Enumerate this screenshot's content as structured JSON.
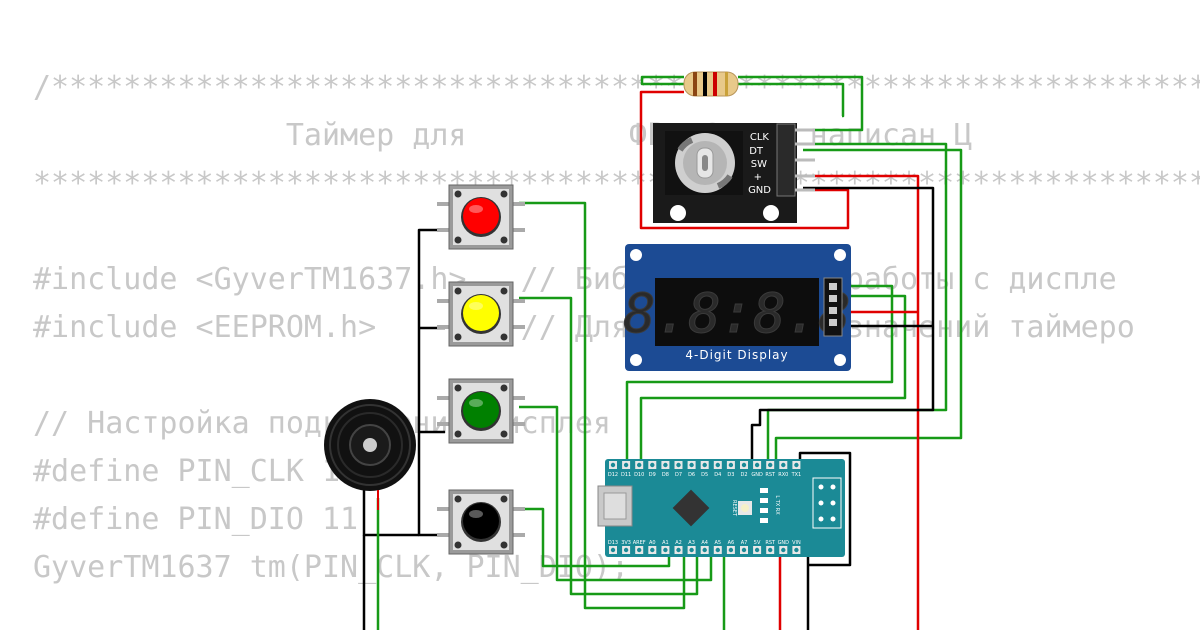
{
  "code_lines": [
    "/********************************************************************",
    "              Таймер для         ФР. Скетч написан Ц",
    "******************************************************************",
    "",
    "#include <GyverTM1637.h>   // Библиотека для работы с диспле",
    "#include <EEPROM.h>        // Для сохранения значений таймеро",
    "",
    "// Настройка подключения дисплея",
    "#define PIN_CLK 12",
    "#define PIN_DIO 11",
    "GyverTM1637 tm(PIN_CLK, PIN_DIO);"
  ],
  "encoder": {
    "pins": [
      "CLK",
      "DT",
      "SW",
      "+",
      "GND"
    ]
  },
  "display": {
    "digits": "8.8:8.8",
    "label": "4-Digit Display"
  },
  "nano": {
    "top_pins": [
      "D12",
      "D11",
      "D10",
      "D9",
      "D8",
      "D7",
      "D6",
      "D5",
      "D4",
      "D3",
      "D2",
      "GND",
      "RST",
      "RX0",
      "TX1"
    ],
    "bottom_pins": [
      "D13",
      "3V3",
      "AREF",
      "A0",
      "A1",
      "A2",
      "A3",
      "A4",
      "A5",
      "A6",
      "A7",
      "5V",
      "RST",
      "GND",
      "VIN"
    ],
    "reset_label": "RESET",
    "led_label": "L TX RX"
  },
  "buttons": [
    {
      "color_name": "red",
      "color": "#ff0000"
    },
    {
      "color_name": "yellow",
      "color": "#ffff00"
    },
    {
      "color_name": "green",
      "color": "#008000"
    },
    {
      "color_name": "black",
      "color": "#000000"
    }
  ],
  "wire_colors": {
    "green": "#179a17",
    "red": "#e00000",
    "black": "#000000"
  }
}
